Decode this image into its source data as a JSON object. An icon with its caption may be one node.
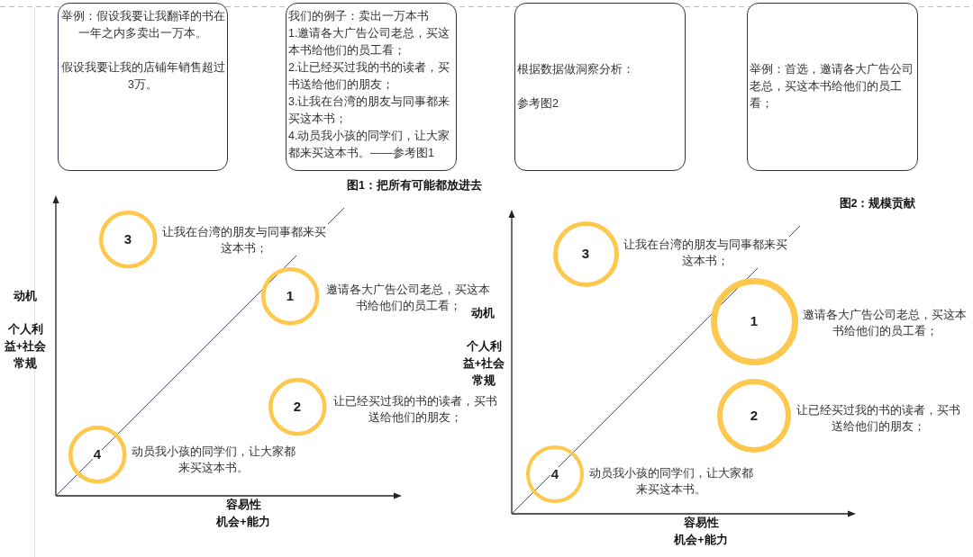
{
  "diagram": {
    "nodes": [
      {
        "text": [
          "举例：假设我要让我翻译的书在一年之内多卖出一万本。",
          "假设我要让我的店铺年销售超过3万。"
        ]
      },
      {
        "text": [
          "我们的例子：卖出一万本书",
          "1.邀请各大广告公司老总，买这本书给他们的员工看；",
          "2.让已经买过我的书的读者，买书送给他们的朋友；",
          "3.让我在台湾的朋友与同事都来买这本书；",
          "4.动员我小孩的同学们，让大家都来买这本书。——参考图1"
        ]
      },
      {
        "text": [
          "根据数据做洞察分析：",
          "参考图2"
        ]
      },
      {
        "text": [
          "举例：首选，邀请各大广告公司老总，买这本书给他们的员工看；"
        ]
      },
      {
        "text": [
          "3"
        ],
        "beside": [
          "让我在台湾的朋友与同事都来买这本书；"
        ]
      },
      {
        "text": [
          "1"
        ],
        "beside": [
          "邀请各大广告公司老总，买这本书给他们的员工看；"
        ]
      },
      {
        "text": [
          "2"
        ],
        "beside": [
          "让已经买过我的书的读者，买书送给他们的朋友；"
        ]
      },
      {
        "text": [
          "4"
        ],
        "beside": [
          "动员我小孩的同学们，让大家都来买这本书。"
        ]
      },
      {
        "text": [
          "3"
        ],
        "beside": [
          "让我在台湾的朋友与同事都来买这本书；"
        ]
      },
      {
        "text": [
          "1"
        ],
        "beside": [
          "邀请各大广告公司老总，买这本书给他们的员工看；"
        ]
      },
      {
        "text": [
          "2"
        ],
        "beside": [
          "让已经买过我的书的读者，买书送给他们的朋友；"
        ]
      },
      {
        "text": [
          "4"
        ],
        "beside": [
          "动员我小孩的同学们，让大家都来买这本书。"
        ]
      }
    ],
    "labels": [
      "图1：把所有可能都放进去",
      "动机",
      "个人利益+社会常规",
      "容易性",
      "机会+能力",
      "图2：规模贡献",
      "动机",
      "个人利益+社会常规",
      "容易性",
      "机会+能力"
    ]
  }
}
